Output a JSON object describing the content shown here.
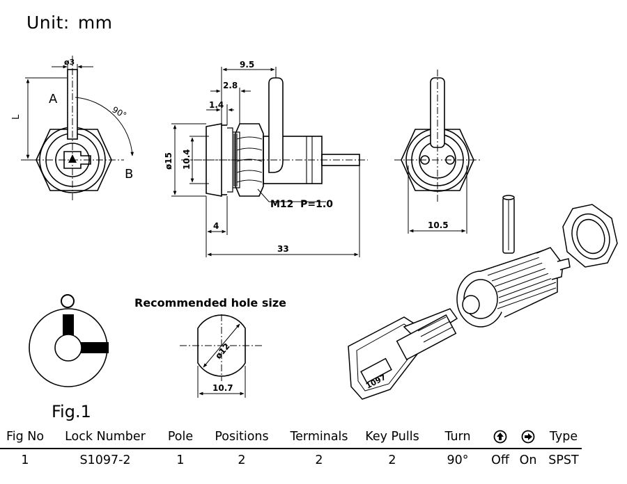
{
  "unit": {
    "label": "Unit:",
    "value": "mm"
  },
  "dimensions": {
    "pin_dia": "ø3",
    "travel": "L",
    "pos_a": "A",
    "pos_b": "B",
    "angle": "90°",
    "key_offset": "9.5",
    "nut_width": "2.8",
    "flange": "1.4",
    "flange_dia": "ø15",
    "inner_dia": "10.4",
    "thread": "M12  P=1.0",
    "front_len": "4",
    "overall_len": "33",
    "rear_width": "10.5",
    "hole_dia": "ø12",
    "hole_flat": "10.7"
  },
  "hole_label": "Recommended hole size",
  "fig_label": "Fig.1",
  "fig_marker": "O",
  "key_tag": "1097",
  "table": {
    "headers": [
      "Fig No",
      "Lock Number",
      "Pole",
      "Positions",
      "Terminals",
      "Key Pulls",
      "Turn",
      "up-arrow-icon",
      "right-arrow-icon",
      "Type"
    ],
    "row": [
      "1",
      "S1097-2",
      "1",
      "2",
      "2",
      "2",
      "90°",
      "Off",
      "On",
      "SPST"
    ]
  },
  "colors": {
    "line": "#000000",
    "background": "#ffffff"
  }
}
